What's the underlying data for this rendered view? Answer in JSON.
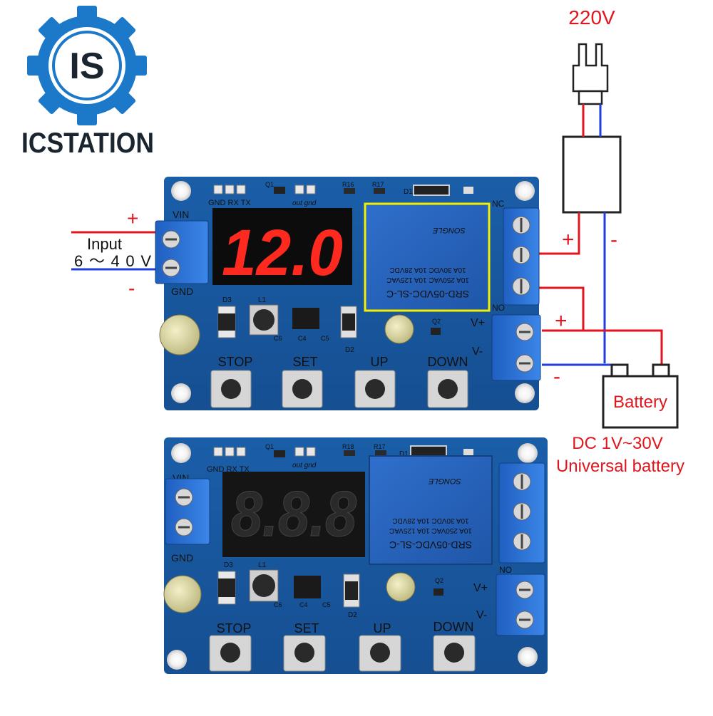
{
  "brand": {
    "logo_text": "ICSTATION",
    "logo_monogram": "IS",
    "colors": {
      "blue": "#1c78c8",
      "dark": "#1b2530"
    }
  },
  "wiring": {
    "mains_label": "220V",
    "input_label": "Input",
    "input_range": "6～40V",
    "plus": "+",
    "minus": "-",
    "battery_label": "Battery",
    "battery_range": "DC 1V~30V",
    "battery_desc": "Universal battery",
    "colors": {
      "positive": "#e0161e",
      "negative": "#1f3fd8"
    }
  },
  "board_top": {
    "display": "12.0",
    "labels": {
      "vin": "VIN",
      "gnd": "GND",
      "header": "GND RX TX",
      "out_gnd": "out gnd",
      "q1": "Q1",
      "r16": "R16",
      "r17": "R17",
      "d1": "D1",
      "nc": "NC",
      "no": "NO",
      "vplus": "V+",
      "vminus": "V-",
      "d3": "D3",
      "l1": "L1",
      "d2": "D2",
      "q2": "Q2",
      "c6": "C6",
      "c4": "C4",
      "c5": "C5"
    },
    "relay_lines": [
      "SRD-05VDC-SL-C",
      "10A 250VAC  10A 125VAC",
      "10A 30VDC  10A 28VDC"
    ],
    "relay_brand": "SONGLE",
    "buttons": [
      "STOP",
      "SET",
      "UP",
      "DOWN"
    ]
  },
  "board_bottom": {
    "display": "8.8.8",
    "labels": {
      "vin": "VIN",
      "gnd": "GND",
      "header": "GND RX TX",
      "out_gnd": "out gnd",
      "q1": "Q1",
      "r18": "R18",
      "r17": "R17",
      "d1": "D1",
      "no": "NO",
      "vplus": "V+",
      "vminus": "V-",
      "d3": "D3",
      "l1": "L1",
      "d2": "D2",
      "q2": "Q2",
      "c6": "C6",
      "c4": "C4",
      "c5": "C5"
    },
    "relay_lines": [
      "SRD-05VDC-SL-C",
      "10A 250VAC  10A 125VAC",
      "10A 30VDC  10A 28VDC"
    ],
    "relay_brand": "SONGLE",
    "buttons": [
      "STOP",
      "SET",
      "UP",
      "DOWN"
    ]
  }
}
